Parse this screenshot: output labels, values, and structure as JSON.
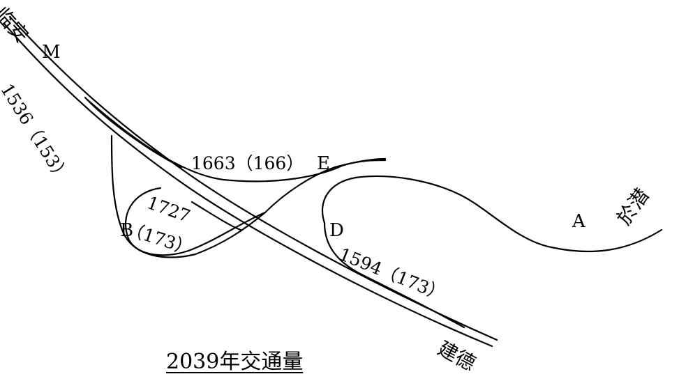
{
  "places": {
    "linan": "临安",
    "yuqian": "於潜",
    "jiande": "建德"
  },
  "points": {
    "M": "M",
    "E": "E",
    "B": "B",
    "D": "D",
    "A": "A"
  },
  "flows": {
    "ramp_left": "1536（153）",
    "ramp_top": "1663（166）",
    "loop_b_volume": "1727",
    "loop_b_peak": "（173）",
    "ramp_d": "1594（173）"
  },
  "title": "2039年交通量",
  "colors": {
    "line": "#000000",
    "background": "#ffffff"
  }
}
